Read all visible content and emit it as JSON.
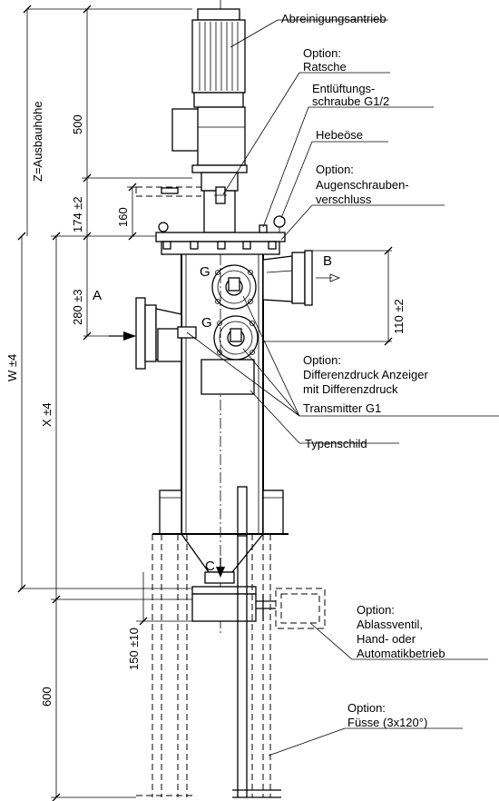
{
  "labels": {
    "drive": "Abreinigungsantrieb",
    "ratchet_option": "Option:",
    "ratchet": "Ratsche",
    "vent_line1": "Entlüftungs-",
    "vent_line2": "schraube G1/2",
    "lifting_eye": "Hebeöse",
    "eyebolt_option": "Option:",
    "eyebolt_line1": "Augenschrauben-",
    "eyebolt_line2": "verschluss",
    "diff_option": "Option:",
    "diff_line1": "Differenzdruck Anzeiger",
    "diff_line2": "mit Differenzdruck",
    "diff_line3": "Transmitter G1",
    "nameplate": "Typenschild",
    "drain_option": "Option:",
    "drain_line1": "Ablassventil,",
    "drain_line2": "Hand- oder",
    "drain_line3": "Automatikbetrieb",
    "feet_option": "Option:",
    "feet": "Füsse (3x120°)",
    "port_a": "A",
    "port_b": "B",
    "port_c": "C",
    "port_g1": "G",
    "port_g2": "G"
  },
  "dimensions": {
    "z_height": "Z=Ausbauhöhe",
    "d500": "500",
    "d174": "174 ±2",
    "d160": "160",
    "d280": "280 ±3",
    "d110": "110 ±2",
    "w": "W ±4",
    "x": "X ±4",
    "d150": "150 ±10",
    "d600": "600"
  }
}
